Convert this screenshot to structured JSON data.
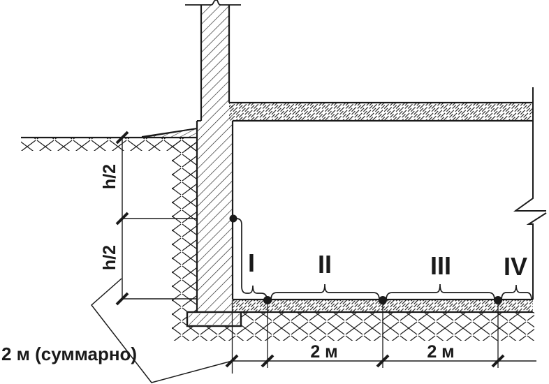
{
  "drawing": {
    "colors": {
      "ink": "#1a1a1a",
      "background": "#ffffff"
    },
    "zone_labels": {
      "i": "I",
      "ii": "II",
      "iii": "III",
      "iv": "IV"
    },
    "dimension_labels": {
      "height_upper": "h/2",
      "height_lower": "h/2",
      "span_1": "2 м",
      "span_2": "2 м",
      "total": "2 м (суммарно)"
    }
  }
}
